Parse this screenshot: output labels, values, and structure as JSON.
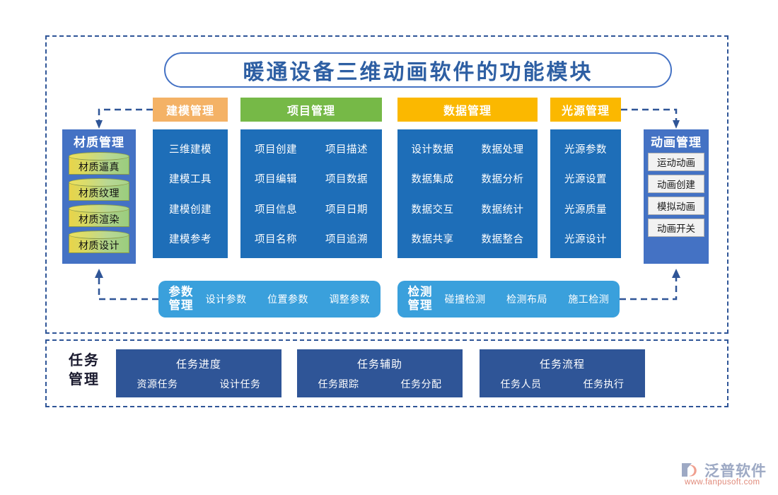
{
  "title": "暖通设备三维动画软件的功能模块",
  "headers": {
    "modeling": {
      "label": "建模管理",
      "color": "#F4B266"
    },
    "project": {
      "label": "项目管理",
      "color": "#76B947"
    },
    "data": {
      "label": "数据管理",
      "color": "#FBB800"
    },
    "light": {
      "label": "光源管理",
      "color": "#FBB800"
    }
  },
  "panels": {
    "modeling": {
      "rows": [
        [
          "三维建模"
        ],
        [
          "建模工具"
        ],
        [
          "建模创建"
        ],
        [
          "建模参考"
        ]
      ]
    },
    "project": {
      "rows": [
        [
          "项目创建",
          "项目描述"
        ],
        [
          "项目编辑",
          "项目数据"
        ],
        [
          "项目信息",
          "项目日期"
        ],
        [
          "项目名称",
          "项目追溯"
        ]
      ]
    },
    "data": {
      "rows": [
        [
          "设计数据",
          "数据处理"
        ],
        [
          "数据集成",
          "数据分析"
        ],
        [
          "数据交互",
          "数据统计"
        ],
        [
          "数据共享",
          "数据整合"
        ]
      ]
    },
    "light": {
      "rows": [
        [
          "光源参数"
        ],
        [
          "光源设置"
        ],
        [
          "光源质量"
        ],
        [
          "光源设计"
        ]
      ]
    }
  },
  "material": {
    "title": "材质管理",
    "items": [
      "材质逼真",
      "材质纹理",
      "材质渲染",
      "材质设计"
    ]
  },
  "animation": {
    "title": "动画管理",
    "items": [
      "运动动画",
      "动画创建",
      "模拟动画",
      "动画开关"
    ]
  },
  "parameter": {
    "label_line1": "参数",
    "label_line2": "管理",
    "items": [
      "设计参数",
      "位置参数",
      "调整参数"
    ]
  },
  "detection": {
    "label_line1": "检测",
    "label_line2": "管理",
    "items": [
      "碰撞检测",
      "检测布局",
      "施工检测"
    ]
  },
  "task": {
    "label_line1": "任务",
    "label_line2": "管理",
    "groups": [
      {
        "head": "任务进度",
        "items": [
          "资源任务",
          "设计任务"
        ]
      },
      {
        "head": "任务辅助",
        "items": [
          "任务跟踪",
          "任务分配"
        ]
      },
      {
        "head": "任务流程",
        "items": [
          "任务人员",
          "任务执行"
        ]
      }
    ]
  },
  "logo": {
    "name": "泛普软件",
    "url": "www.fanpusoft.com"
  },
  "colors": {
    "frame": "#2F5597",
    "panel_blue": "#1E6EB8",
    "column_blue": "#4472C4",
    "row_blue": "#3AA0DC",
    "task_blue": "#2F5597",
    "title_text": "#2E5FA3"
  }
}
